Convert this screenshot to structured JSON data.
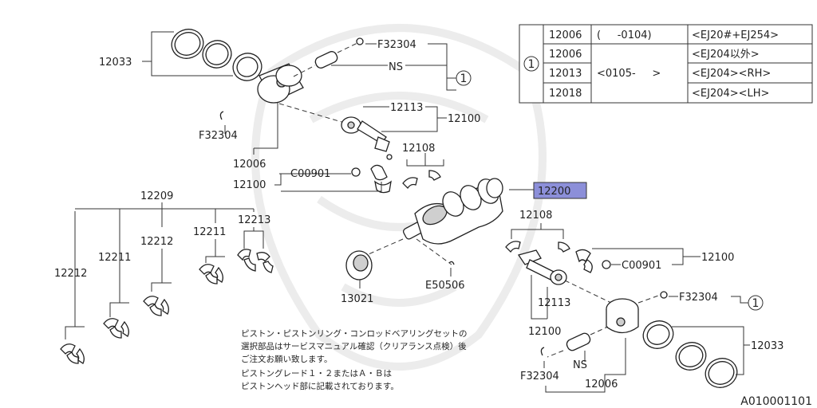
{
  "diagram_id": "A010001101",
  "table": {
    "marker": "1",
    "rows": [
      {
        "part": "12006",
        "period": "(     -0104)",
        "model": "<EJ20#+EJ254>"
      },
      {
        "part": "12006",
        "period": "<0105-     >",
        "model": "<EJ204以外>"
      },
      {
        "part": "12013",
        "period": "",
        "model": "<EJ204><RH>"
      },
      {
        "part": "12018",
        "period": "",
        "model": "<EJ204><LH>"
      }
    ]
  },
  "labels": {
    "l_12033_a": "12033",
    "l_f32304_a": "F32304",
    "l_ns_a": "NS",
    "l_ref1_a": "1",
    "l_12113_a": "12113",
    "l_12100_a": "12100",
    "l_f32304_b": "F32304",
    "l_12006_a": "12006",
    "l_12108_a": "12108",
    "l_c00901_a": "C00901",
    "l_12100_b": "12100",
    "l_12200": "12200",
    "l_12209": "12209",
    "l_12213": "12213",
    "l_12211_a": "12211",
    "l_12212_a": "12212",
    "l_12211_b": "12211",
    "l_12212_b": "12212",
    "l_12108_b": "12108",
    "l_c00901_b": "C00901",
    "l_12100_c": "12100",
    "l_13021": "13021",
    "l_e50506": "E50506",
    "l_f32304_c": "F32304",
    "l_ref1_b": "1",
    "l_12113_b": "12113",
    "l_12100_d": "12100",
    "l_12033_b": "12033",
    "l_ns_b": "NS",
    "l_f32304_d": "F32304",
    "l_12006_b": "12006"
  },
  "note": [
    "ピストン・ピストンリング・コンロッドベアリングセットの",
    "選択部品はサービスマニュアル確認（クリアランス点検）後",
    "ご注文お願い致します。",
    "ピストングレード１・２またはＡ・Ｂは",
    "ピストンヘッド部に記載されております。"
  ],
  "colors": {
    "highlight": "#8c8fd9",
    "line": "#333333"
  }
}
